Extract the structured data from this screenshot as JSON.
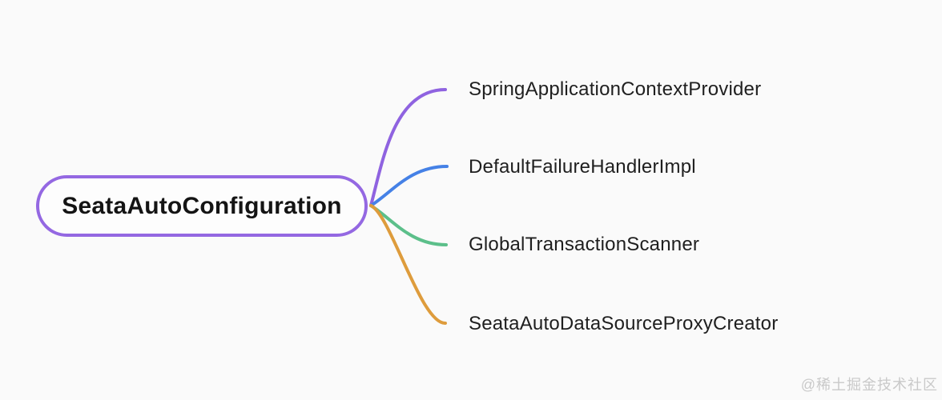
{
  "background": "#fafafa",
  "root": {
    "label": "SeataAutoConfiguration",
    "border_color": "#9468e2",
    "fill": "#fdfdfd",
    "text_color": "#141414"
  },
  "branches": [
    {
      "label": "SpringApplicationContextProvider",
      "color": "#8f63e0"
    },
    {
      "label": "DefaultFailureHandlerImpl",
      "color": "#4581e6"
    },
    {
      "label": "GlobalTransactionScanner",
      "color": "#5cbf8a"
    },
    {
      "label": "SeataAutoDataSourceProxyCreator",
      "color": "#de9c3c"
    }
  ],
  "watermark": "@稀土掘金技术社区"
}
